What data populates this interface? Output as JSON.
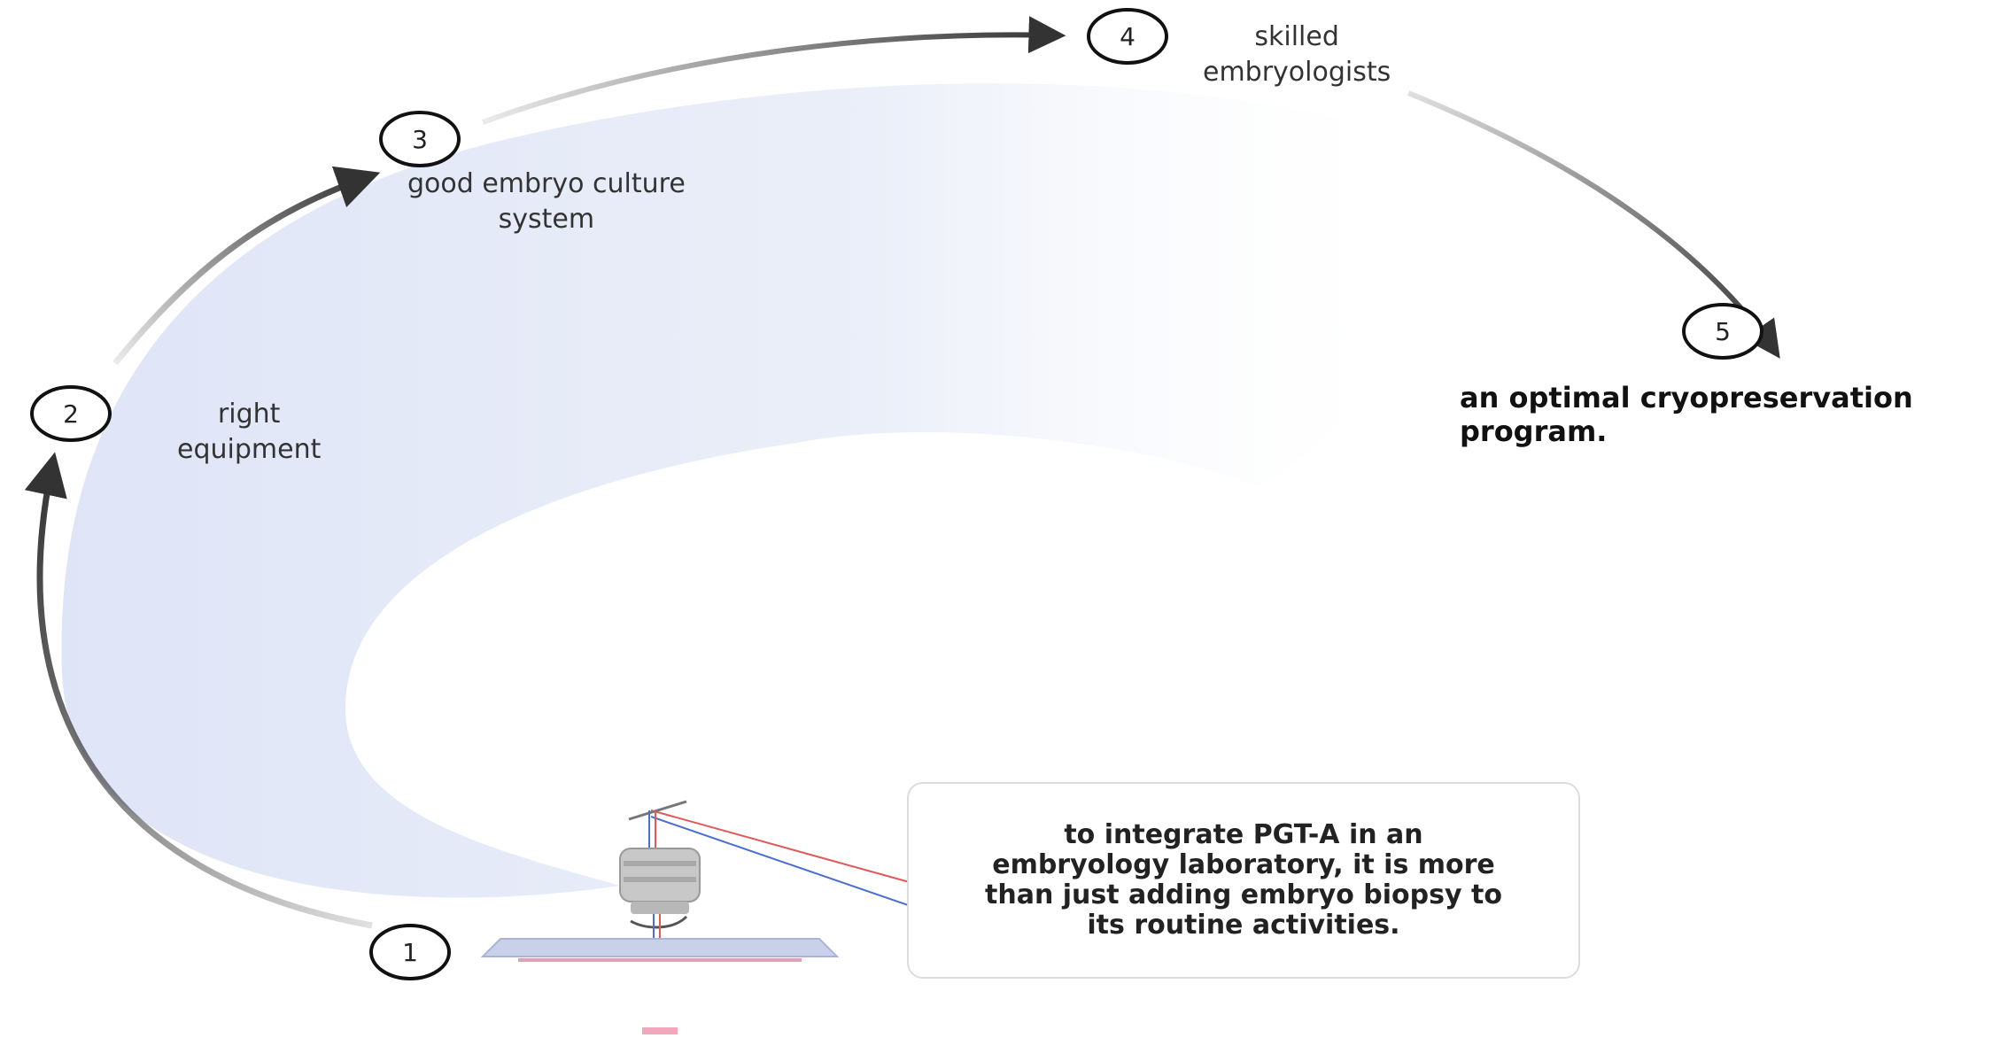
{
  "steps": [
    {
      "number": "1",
      "label": ""
    },
    {
      "number": "2",
      "label": "right\nequipment"
    },
    {
      "number": "3",
      "label": "good embryo culture\nsystem"
    },
    {
      "number": "4",
      "label": "skilled\nembryologists"
    },
    {
      "number": "5",
      "label": "an optimal cryopreservation\nprogram."
    }
  ],
  "note": "to integrate PGT-A in an\nembryology laboratory, it is more\nthan just adding embryo biopsy to\nits routine activities.",
  "colors": {
    "band": "#e8ecf8",
    "arrow": "#333333",
    "laser_red": "#e05a5a",
    "laser_blue": "#4a6fd0",
    "stage": "#aab4d8"
  },
  "icons": [
    "microscope-icon"
  ]
}
